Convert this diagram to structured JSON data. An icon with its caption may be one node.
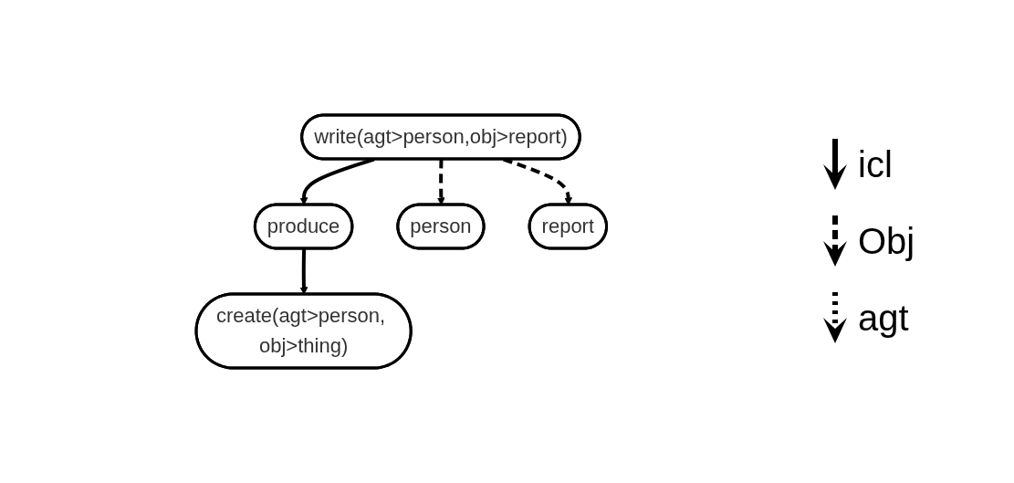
{
  "diagram": {
    "nodes": [
      {
        "text": [
          "produce"
        ]
      },
      {
        "text": [
          "write(agt>person,obj>report)"
        ]
      },
      {
        "text": [
          "create(agt>person, obj>thing)"
        ]
      },
      {
        "text": [
          "person"
        ]
      },
      {
        "text": [
          "report"
        ]
      }
    ],
    "edges": [
      {
        "from": 1,
        "to": 0,
        "arrow": "to"
      },
      {
        "from": 0,
        "to": 2,
        "arrow": "to"
      },
      {
        "from": 1,
        "to": 3,
        "arrow": "to",
        "style": "dashed"
      },
      {
        "from": 1,
        "to": 4,
        "arrow": "to",
        "style": "dashed"
      }
    ],
    "legend": [
      {
        "text": "icl"
      },
      {
        "text": "Obj"
      },
      {
        "text": "agt"
      }
    ]
  }
}
